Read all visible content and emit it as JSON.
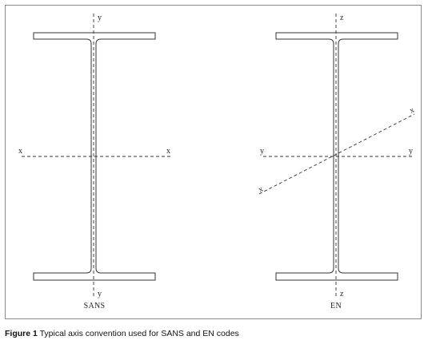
{
  "figure": {
    "caption_label": "Figure 1",
    "caption_text": " Typical axis convention used for SANS and EN codes"
  },
  "left_section": {
    "code_label": "SANS",
    "axis_labels": {
      "major_left": "x",
      "major_right": "x",
      "minor_top": "y",
      "minor_bottom": "y"
    }
  },
  "right_section": {
    "code_label": "EN",
    "axis_labels": {
      "major_left": "y",
      "major_right": "y",
      "minor_top": "z",
      "minor_bottom": "z",
      "longitudinal_upper": "x",
      "longitudinal_lower": "x"
    }
  },
  "colors": {
    "line": "#333333",
    "frame": "#8a8a8a"
  }
}
